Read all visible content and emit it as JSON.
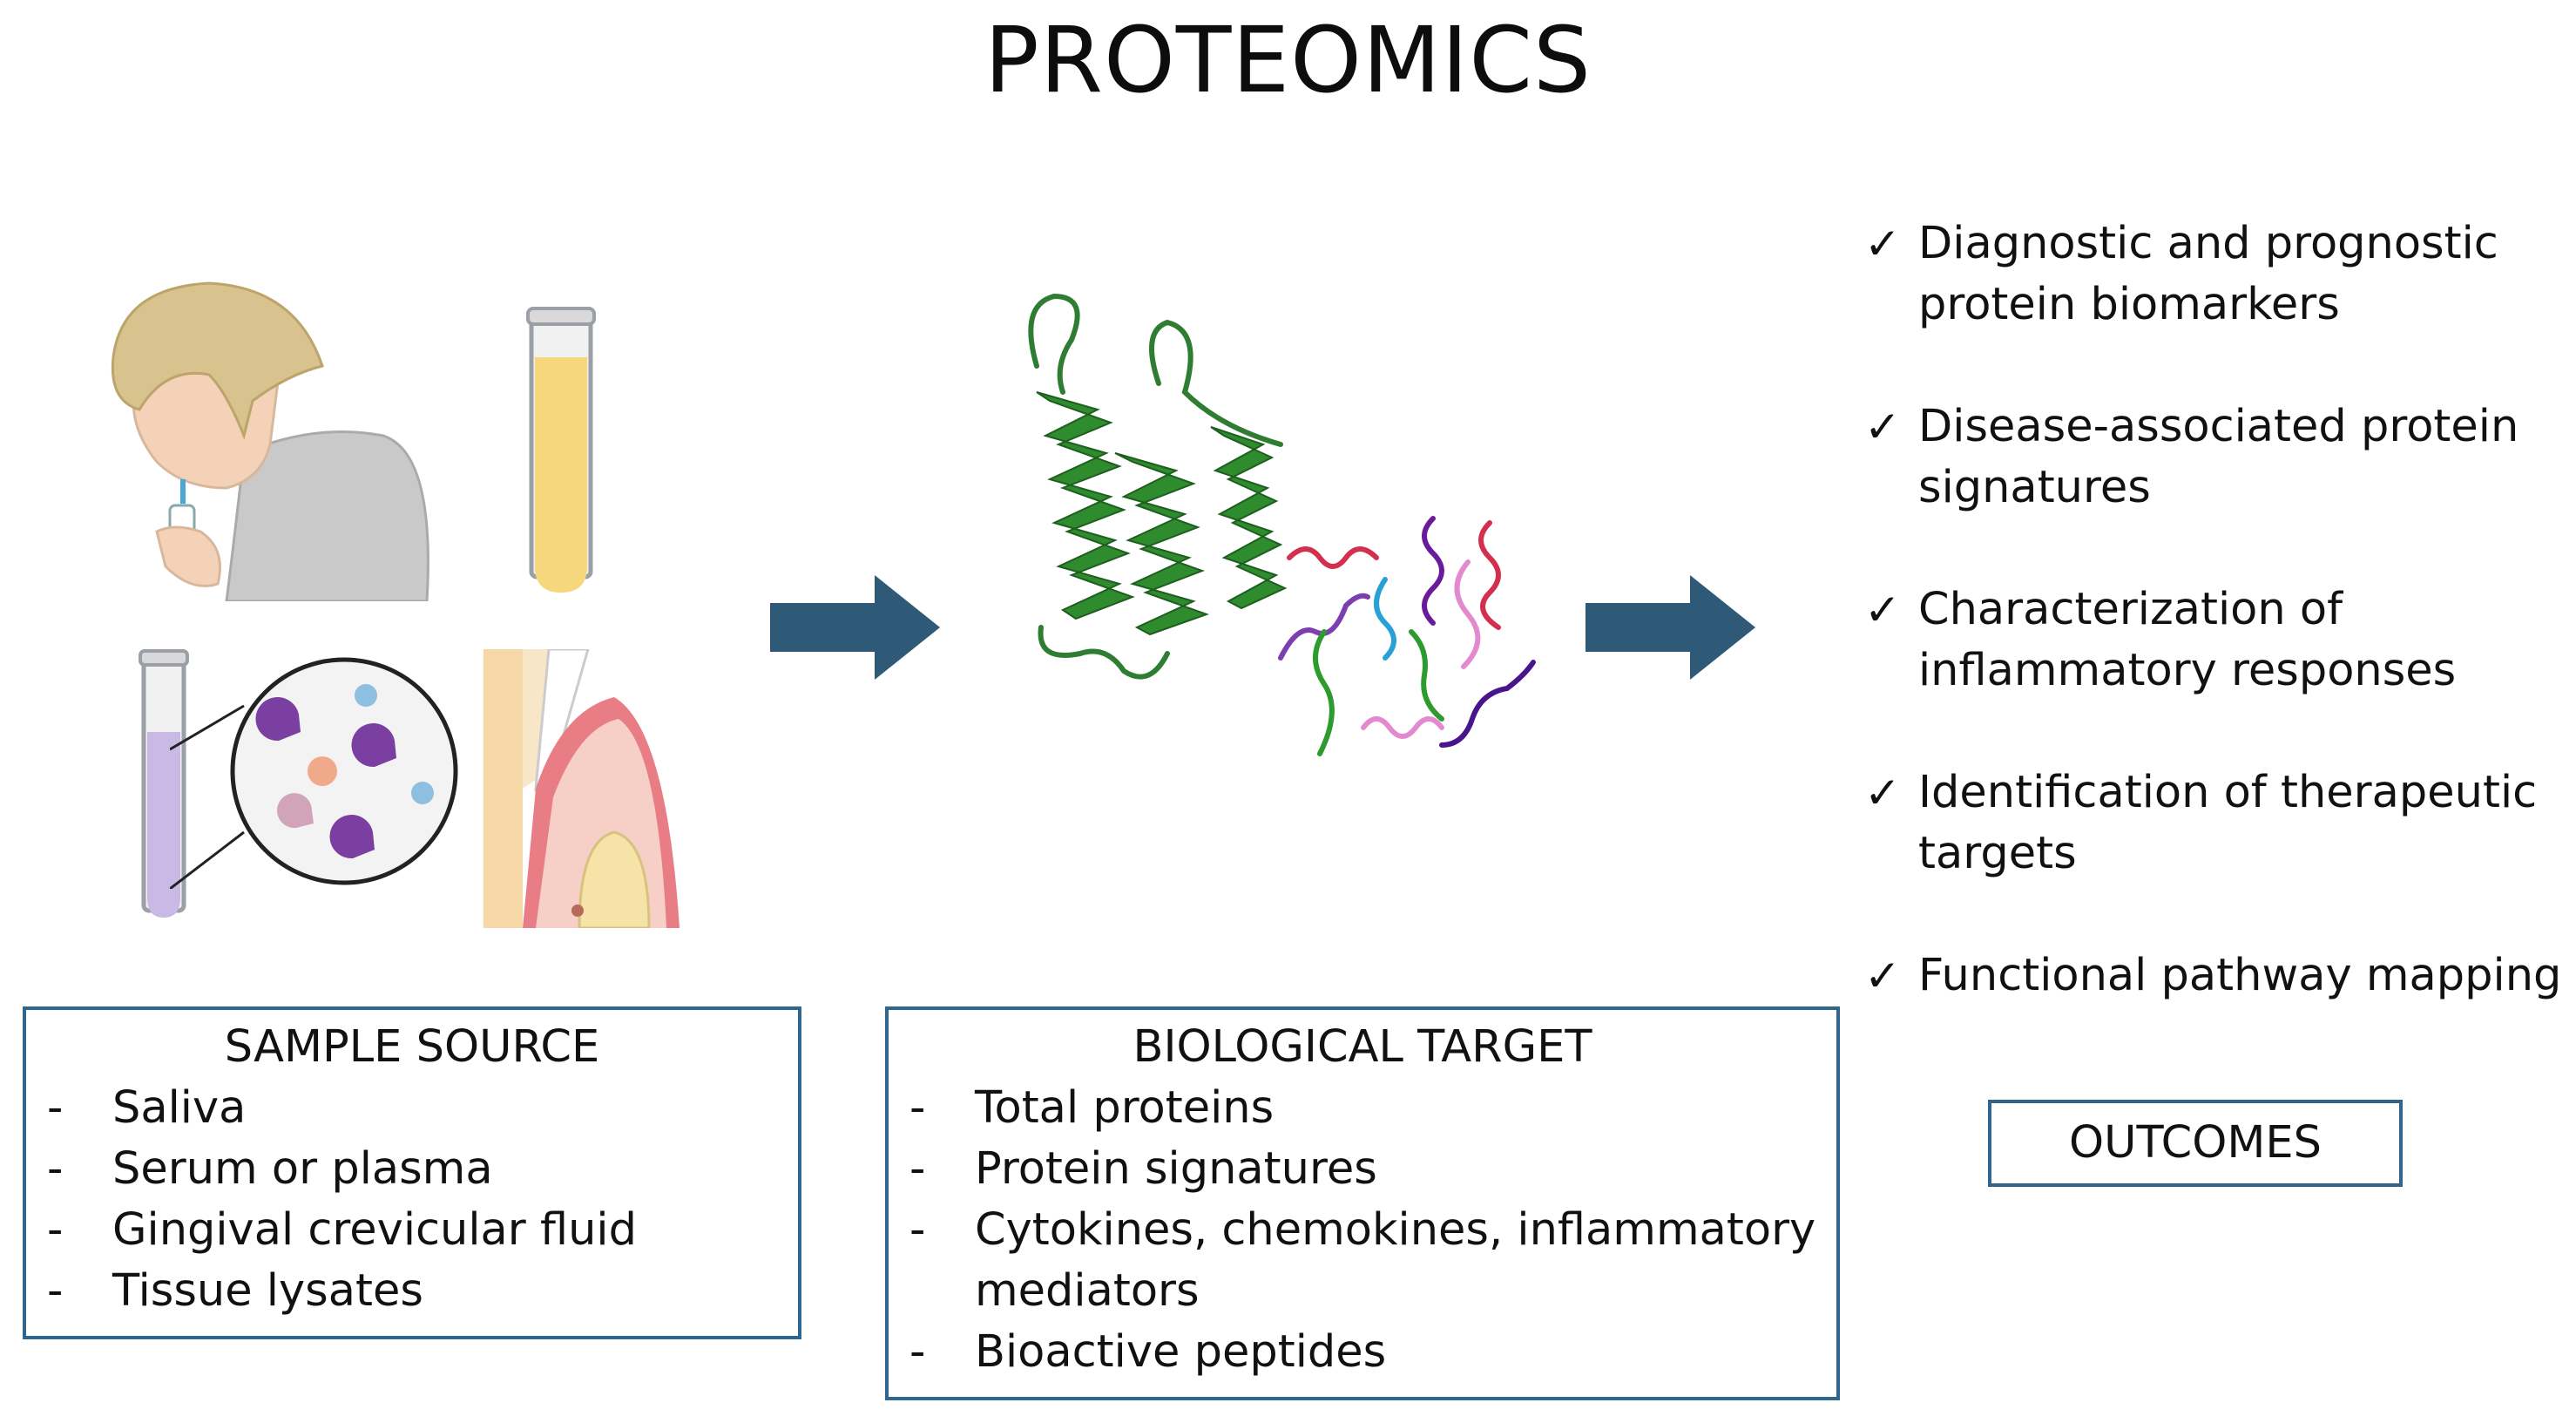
{
  "title": "PROTEOMICS",
  "sample_source": {
    "heading": "SAMPLE SOURCE",
    "items": [
      {
        "dash": "-",
        "text": "Saliva"
      },
      {
        "dash": "-",
        "text": "Serum or plasma"
      },
      {
        "dash": "-",
        "text": "Gingival crevicular fluid"
      },
      {
        "dash": "-",
        "text": "Tissue lysates"
      }
    ]
  },
  "biological_target": {
    "heading": "BIOLOGICAL TARGET",
    "items": [
      {
        "dash": "-",
        "text": "Total proteins"
      },
      {
        "dash": "-",
        "text": "Protein signatures"
      },
      {
        "dash": "-",
        "text": "Cytokines, chemokines, inflammatory"
      },
      {
        "dash": "",
        "text": "mediators"
      },
      {
        "dash": "-",
        "text": "Bioactive peptides"
      }
    ]
  },
  "outcomes": {
    "label": "OUTCOMES",
    "check_symbol": "✓",
    "items": [
      {
        "line1": "Diagnostic and prognostic",
        "line2": "protein biomarkers"
      },
      {
        "line1": "Disease-associated protein",
        "line2": "signatures"
      },
      {
        "line1": "Characterization of",
        "line2": "inflammatory responses"
      },
      {
        "line1": "Identification of therapeutic",
        "line2": "targets"
      },
      {
        "line1": "Functional pathway mapping",
        "line2": ""
      }
    ]
  },
  "colors": {
    "arrow": "#2e5a78",
    "box_border": "#2f6690",
    "protein_green": "#2e8b2e",
    "enzyme_purple": "#7a3fa0"
  },
  "icons": [
    "person-spitting-icon",
    "yellow-test-tube-icon",
    "purple-test-tube-icon",
    "magnified-particles-icon",
    "gum-tissue-icon",
    "protein-structure-icon",
    "peptide-strands-icon",
    "right-arrow-icon"
  ]
}
